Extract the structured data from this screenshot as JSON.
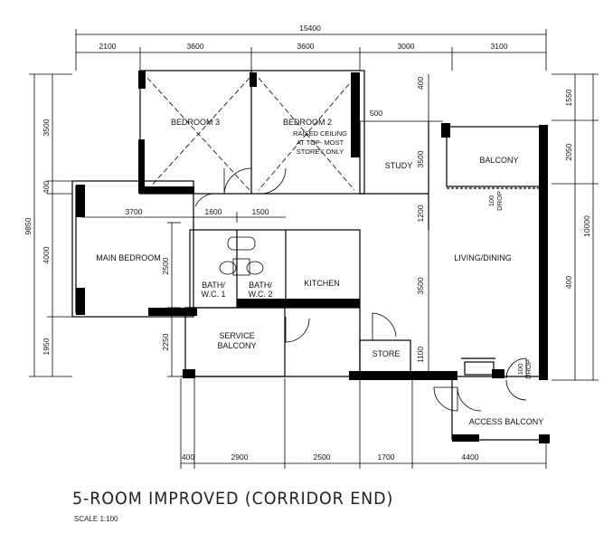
{
  "plan": {
    "title": "5-ROOM IMPROVED (CORRIDOR END)",
    "scale": "SCALE 1:100"
  },
  "dimensions": {
    "top_total": "15400",
    "top": [
      "2100",
      "3600",
      "3600",
      "3000",
      "3100"
    ],
    "left_total": "9850",
    "left": [
      "3500",
      "400",
      "4000",
      "1950"
    ],
    "left_inner": [
      "2500",
      "2250"
    ],
    "right": [
      "1550",
      "2050",
      "400"
    ],
    "right_total": "10000",
    "bottom": [
      "400",
      "2900",
      "2500",
      "1700",
      "4400"
    ],
    "inner": {
      "main_bedroom_width": "3700",
      "bath_width": "1600",
      "bath2_width": "1500",
      "study_wall": "500",
      "upper_400": "400",
      "study_height": "3500",
      "gap_1200": "1200",
      "kitchen_3500": "3500",
      "store_1100": "1100"
    }
  },
  "rooms": {
    "bedroom3": "BEDROOM 3",
    "bedroom2": "BEDROOM 2",
    "raised_1": "RAISED CEILING",
    "raised_2": "AT TOP- MOST",
    "raised_3": "STOREY ONLY",
    "study": "STUDY",
    "balcony": "BALCONY",
    "drop_1": "100",
    "drop_2": "DROP",
    "main_bedroom": "MAIN BEDROOM",
    "bath1_a": "BATH/",
    "bath1_b": "W.C. 1",
    "bath2_a": "BATH/",
    "bath2_b": "W.C. 2",
    "kitchen": "KITCHEN",
    "living": "LIVING/DINING",
    "service_a": "SERVICE",
    "service_b": "BALCONY",
    "store": "STORE",
    "access": "ACCESS BALCONY",
    "drop2_1": "100",
    "drop2_2": "DROP"
  }
}
